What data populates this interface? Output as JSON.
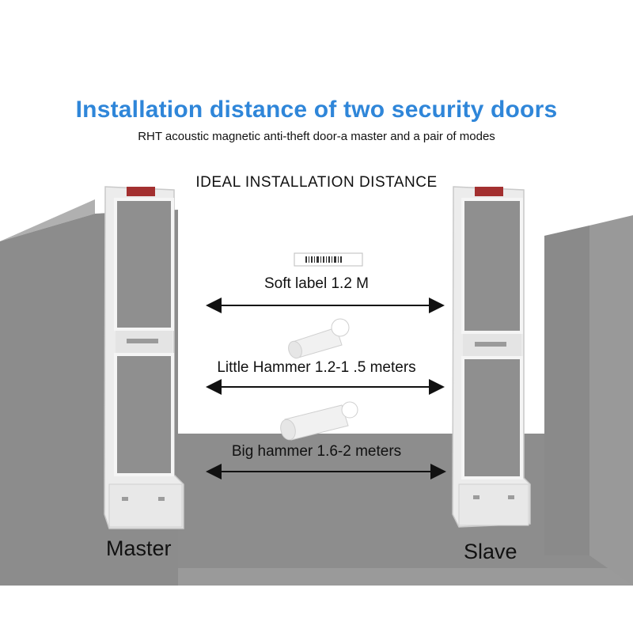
{
  "header": {
    "title": "Installation distance of two security doors",
    "subtitle": "RHT acoustic magnetic anti-theft door-a master and a pair of modes"
  },
  "diagram": {
    "heading": "IDEAL INSTALLATION DISTANCE",
    "distances": [
      {
        "label": "Soft label 1.2 M"
      },
      {
        "label": "Little Hammer 1.2-1 .5 meters"
      },
      {
        "label": "Big hammer 1.6-2 meters"
      }
    ],
    "gates": {
      "left": "Master",
      "right": "Slave"
    }
  }
}
